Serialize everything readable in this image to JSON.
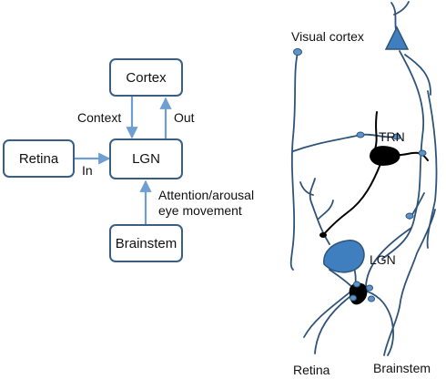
{
  "block_diagram": {
    "nodes": {
      "cortex": "Cortex",
      "retina": "Retina",
      "lgn": "LGN",
      "brainstem": "Brainstem"
    },
    "edges": {
      "context": "Context",
      "out": "Out",
      "in": "In",
      "modulation_line1": "Attention/arousal",
      "modulation_line2": "eye movement"
    }
  },
  "anatomy": {
    "visual_cortex": "Visual cortex",
    "trn": "TRN",
    "lgn": "LGN",
    "retina": "Retina",
    "brainstem": "Brainstem"
  },
  "colors": {
    "arrow": "#6f9fd2",
    "box_border": "#3a5f84",
    "axon": "#2f5479",
    "cell_fill": "#3f7fbf",
    "inhibitory_cell": "#000000"
  }
}
